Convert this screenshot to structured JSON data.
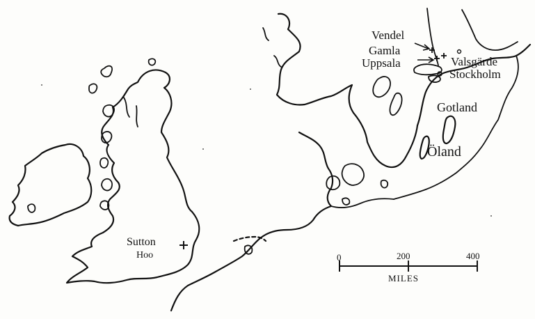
{
  "map": {
    "labels": {
      "vendel": "Vendel",
      "gamla": "Gamla",
      "uppsala": "Uppsala",
      "valsgarde": "Valsgärde",
      "stockholm": "Stockholm",
      "gotland": "Gotland",
      "oland": "Öland",
      "sutton": "Sutton",
      "hoo": "Hoo"
    },
    "scale_bar": {
      "ticks": [
        "0",
        "200",
        "400"
      ],
      "unit": "MILES"
    }
  }
}
